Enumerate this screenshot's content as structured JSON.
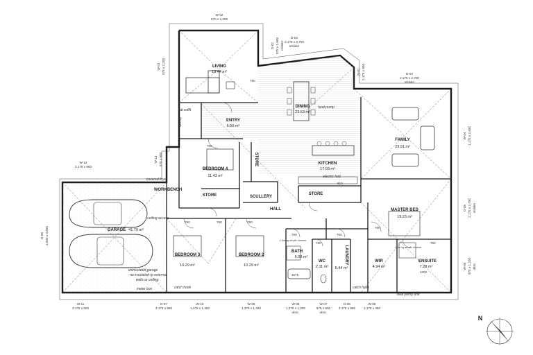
{
  "rooms": {
    "living": {
      "name": "LIVING",
      "area": "19.44 m²"
    },
    "dining": {
      "name": "DINING",
      "area": "23.63 m²"
    },
    "entry": {
      "name": "ENTRY",
      "area": "6.50 m²"
    },
    "kitchen": {
      "name": "KITCHEN",
      "area": "17.03 m²"
    },
    "family": {
      "name": "FAMILY",
      "area": "23.91 m²"
    },
    "bedroom4": {
      "name": "BEDROOM 4",
      "area": "11.43 m²"
    },
    "bedroom3": {
      "name": "BEDROOM 3",
      "area": "10.29 m²"
    },
    "bedroom2": {
      "name": "BEDROOM 2",
      "area": "10.29 m²"
    },
    "bath": {
      "name": "BATH",
      "area": "6.08 m²"
    },
    "wc": {
      "name": "WC",
      "area": "2.11 m²"
    },
    "laundry": {
      "name": "LAUNDRY",
      "area": "5.44 m²"
    },
    "wir": {
      "name": "WIR",
      "area": "4.94 m²"
    },
    "master": {
      "name": "MASTER BED",
      "area": "19.23 m²"
    },
    "ensuite": {
      "name": "ENSUITE",
      "area": "7.28 m²"
    },
    "garage": {
      "name": "GARAGE",
      "area": "41.79 m²"
    }
  },
  "labels": {
    "store_left": "STORE",
    "store_kitchen": "STORE",
    "store_vertical": "STORE",
    "scullery": "SCULLERY",
    "hall": "HALL",
    "workbench": "WORKBENCH",
    "covered_foyer": "covered foyer",
    "flat_soffit": "flat soffit",
    "louvre": "louvre",
    "heat_pump": "heat pump",
    "heat_pump_unit": "heat pump unit",
    "electric_hob": "electric hob",
    "ceiling_access": "ceiling access",
    "catch_hook_left": "catch hook",
    "catch_hook_right": "catch hook",
    "meter_box": "meter box",
    "shower_bath": "1.0m sq acrylic shower",
    "shower_ensuite": "1.0m sq acrylic shower",
    "bath_size": "1675",
    "ensuite_size": "1200",
    "garage_note_1": "uninsulated garage",
    "garage_note_2": "- no insulation to external",
    "garage_note_3": "walls or ceiling",
    "north": "N"
  },
  "windows": {
    "w02": {
      "id": "W-02",
      "size": "575 x 2,200"
    },
    "d02": {
      "id": "D-02",
      "size": "575 x 1,800",
      "note": "c/slider"
    },
    "d03": {
      "id": "D-03",
      "size": "2,175 x 2,700",
      "note": "s/slider"
    },
    "w01": {
      "id": "W-01",
      "size": "575 x 2,200"
    },
    "w01b": {
      "id": "W-01",
      "size": "2,175 x 900"
    },
    "d04": {
      "id": "D-04",
      "size": "2,175 x 2,700",
      "note": "s/slider"
    },
    "w04": {
      "id": "W-04",
      "size": "1,175 x 2,400"
    },
    "d05": {
      "id": "D-05",
      "size": "2,175 x 2,700",
      "note": "s/slider"
    },
    "w05": {
      "id": "W-05",
      "size": "975 x 1,200",
      "note": "obsc."
    },
    "w12": {
      "id": "W-12",
      "size": "2,175 x 900"
    },
    "w13": {
      "id": "W-13",
      "size": "575 x 900"
    },
    "d08": {
      "id": "D-08",
      "size": "2,500 x 4,800"
    },
    "w11": {
      "id": "W-11",
      "size": "2,175 x 900"
    },
    "d07": {
      "id": "D-07",
      "size": "2,175 x 880"
    },
    "w10": {
      "id": "W-10",
      "size": "1,375 x 1,400"
    },
    "w09": {
      "id": "W-09",
      "size": "1,375 x 1,400"
    },
    "w08": {
      "id": "W-08",
      "size": "1,375 x 1,200",
      "note": "obsc."
    },
    "w07": {
      "id": "W-07",
      "size": "975 x 800",
      "note": "obsc."
    },
    "d06": {
      "id": "D-06",
      "size": "2,175 x 880"
    },
    "w06": {
      "id": "W-06",
      "size": "1,175 x 450"
    }
  },
  "door_sizes": [
    "760",
    "760",
    "760",
    "760",
    "810",
    "760",
    "760",
    "760",
    "760",
    "760",
    "760"
  ]
}
